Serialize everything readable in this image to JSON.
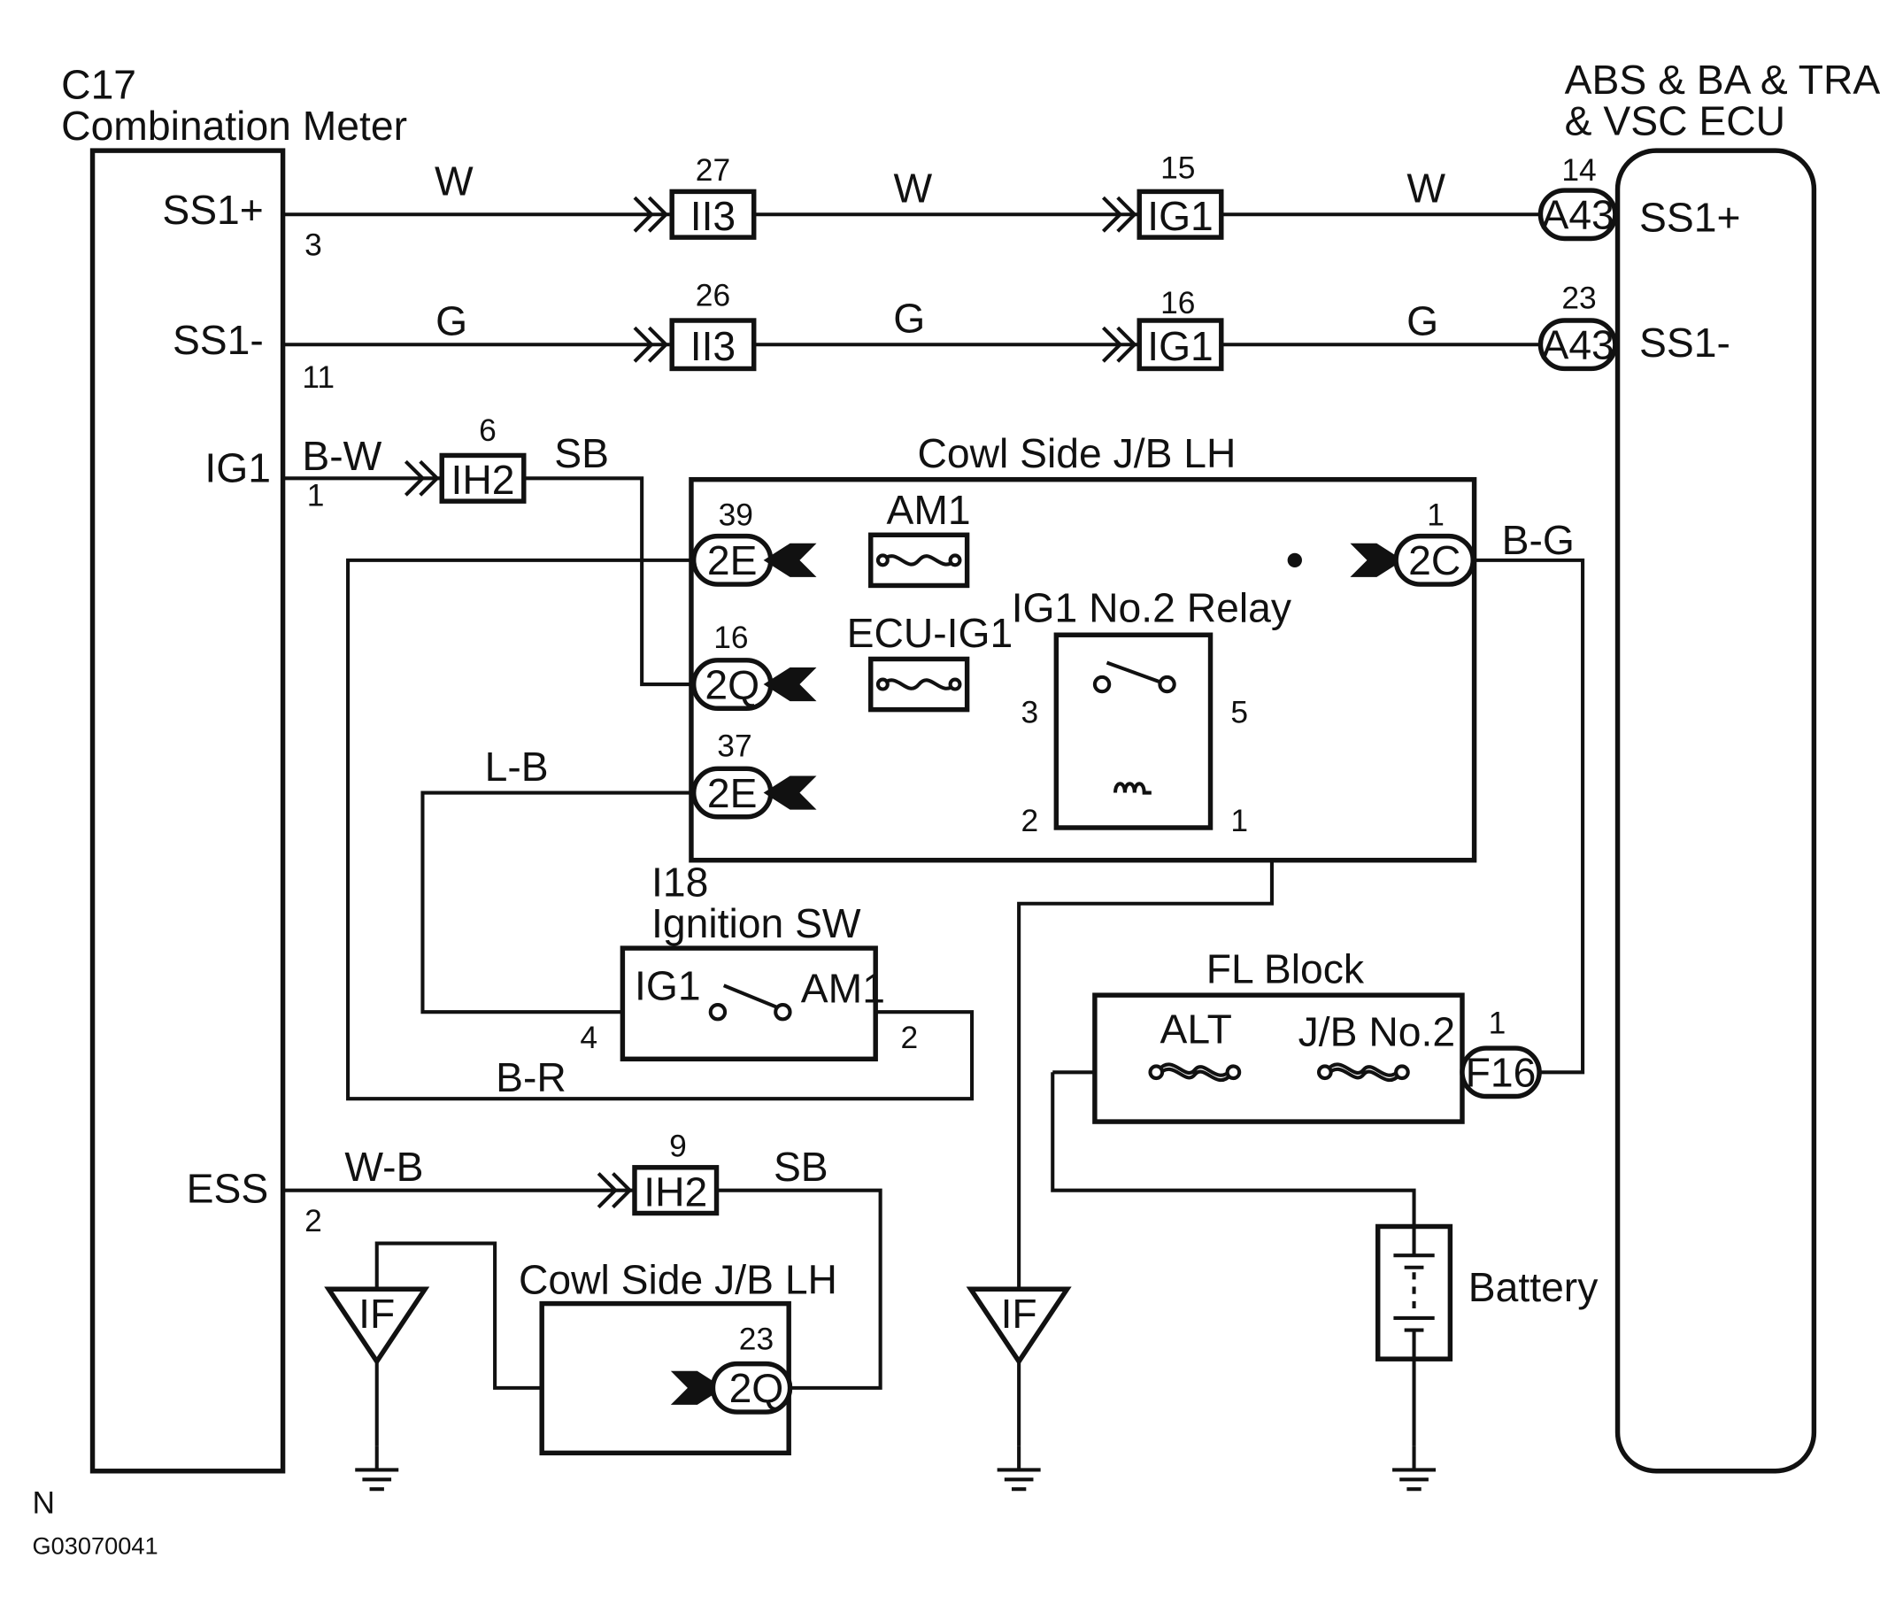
{
  "diagram_code": "G03070041",
  "corner_mark": "N",
  "combination_meter": {
    "code": "C17",
    "name": "Combination Meter",
    "terminals": [
      {
        "label": "SS1+",
        "pin": "3"
      },
      {
        "label": "SS1-",
        "pin": "11"
      },
      {
        "label": "IG1",
        "pin": "1"
      },
      {
        "label": "ESS",
        "pin": "2"
      }
    ]
  },
  "ecu": {
    "name_line1": "ABS & BA & TRAC",
    "name_line2": "& VSC ECU",
    "terminals": [
      {
        "label": "SS1+",
        "connector": "A43",
        "pin": "14"
      },
      {
        "label": "SS1-",
        "connector": "A43",
        "pin": "23"
      }
    ]
  },
  "ss1_plus_line": {
    "wire_colors": [
      "W",
      "W",
      "W"
    ],
    "connectors": [
      {
        "id": "II3",
        "pin": "27"
      },
      {
        "id": "IG1",
        "pin": "15"
      }
    ]
  },
  "ss1_minus_line": {
    "wire_colors": [
      "G",
      "G",
      "G"
    ],
    "connectors": [
      {
        "id": "II3",
        "pin": "26"
      },
      {
        "id": "IG1",
        "pin": "16"
      }
    ]
  },
  "ig1_line": {
    "wire_in": "B-W",
    "wire_out": "SB",
    "connector": {
      "id": "IH2",
      "pin": "6"
    }
  },
  "ess_line": {
    "wire_in": "W-B",
    "wire_out": "SB",
    "connector": {
      "id": "IH2",
      "pin": "9"
    }
  },
  "cowl_jb_upper": {
    "title": "Cowl Side J/B LH",
    "connectors": [
      {
        "id": "2E",
        "pin": "39"
      },
      {
        "id": "2Q",
        "pin": "16"
      },
      {
        "id": "2E",
        "pin": "37"
      },
      {
        "id": "2C",
        "pin": "1"
      }
    ],
    "fuses": [
      "AM1",
      "ECU-IG1"
    ],
    "relay": {
      "name": "IG1 No.2 Relay",
      "pins": [
        "3",
        "5",
        "2",
        "1"
      ]
    }
  },
  "wires": {
    "l_b": "L-B",
    "b_r": "B-R",
    "b_g": "B-G"
  },
  "ignition_sw": {
    "code": "I18",
    "name": "Ignition SW",
    "contact_left": "IG1",
    "contact_right": "AM1",
    "pin_left": "4",
    "pin_right": "2"
  },
  "fl_block": {
    "title": "FL Block",
    "fuses": [
      "ALT",
      "J/B No.2"
    ],
    "connector": {
      "id": "F16",
      "pin": "1"
    }
  },
  "cowl_jb_lower": {
    "title": "Cowl Side J/B LH",
    "connector": {
      "id": "2Q",
      "pin": "23"
    }
  },
  "ground_points": [
    "IF",
    "IF"
  ],
  "battery_label": "Battery"
}
